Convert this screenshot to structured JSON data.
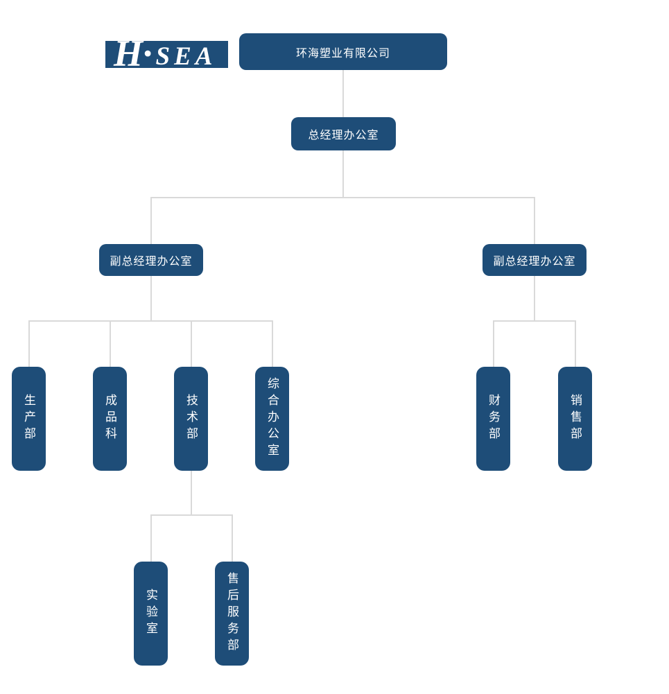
{
  "colors": {
    "box": "#1e4d78",
    "line": "#d9d9d9",
    "text": "#ffffff",
    "background": "#ffffff"
  },
  "logo": {
    "h": "H·",
    "sea": "SEA"
  },
  "org": {
    "root": "环海塑业有限公司",
    "gm_office": "总经理办公室",
    "left_branch": {
      "label": "副总经理办公室",
      "children": [
        "生产部",
        "成品科",
        "技术部",
        "综合办公室"
      ]
    },
    "right_branch": {
      "label": "副总经理办公室",
      "children": [
        "财务部",
        "销售部"
      ]
    },
    "tech_children": [
      "实验室",
      "售后服务部"
    ]
  }
}
